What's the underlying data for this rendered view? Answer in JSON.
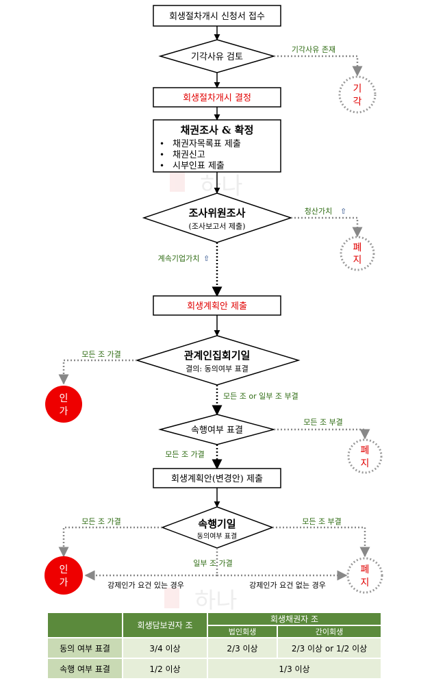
{
  "steps": {
    "s1": "회생절차개시 신청서 접수",
    "d1": "기각사유 검토",
    "d1_branch": "기각사유 존재",
    "end_dismiss": [
      "기",
      "각"
    ],
    "s2": "회생절차개시 결정",
    "s3_title": "채권조사 & 확정",
    "s3_items": [
      "채권자목록표 제출",
      "채권신고",
      "시부인표 제출"
    ],
    "d2_title": "조사위원조사",
    "d2_sub": "(조사보고서 제출)",
    "d2_right": "청산가치",
    "d2_down": "계속기업가치",
    "end_abolish": [
      "폐",
      "지"
    ],
    "s4": "회생계획안 제출",
    "d3_title": "관계인집회기일",
    "d3_sub": "결의: 동의여부 표결",
    "d3_left": "모든 조 가결",
    "d3_down": "모든 조 or 일부 조 부결",
    "end_approve": [
      "인",
      "가"
    ],
    "d4": "속행여부 표결",
    "d4_right": "모든 조 부결",
    "d4_down": "모든 조 가결",
    "s5": "회생계획안(변경안) 제출",
    "d5_title": "속행기일",
    "d5_sub": "동의여부 표결",
    "d5_left": "모든 조 가결",
    "d5_right": "모든 조 부결",
    "d5_down": "일부 조 가결",
    "d5_bottom_left": "강제인가 요건 있는 경우",
    "d5_bottom_right": "강제인가 요건 없는 경우"
  },
  "watermark": "하나",
  "table": {
    "col_secured": "회생담보권자 조",
    "col_unsecured": "회생채권자 조",
    "col_corp": "법인회생",
    "col_simple": "간이회생",
    "row1_label": "동의 여부 표결",
    "row1_secured": "3/4 이상",
    "row1_corp": "2/3 이상",
    "row1_simple": "2/3 이상 or 1/2 이상",
    "row2_label": "속행 여부 표결",
    "row2_secured": "1/2 이상",
    "row2_unsecured": "1/3 이상"
  },
  "colors": {
    "red": "#e00000",
    "green": "#2e6b12",
    "table_header": "#5b8a3c",
    "table_label": "#c9dab4",
    "table_value": "#e6eed9"
  }
}
